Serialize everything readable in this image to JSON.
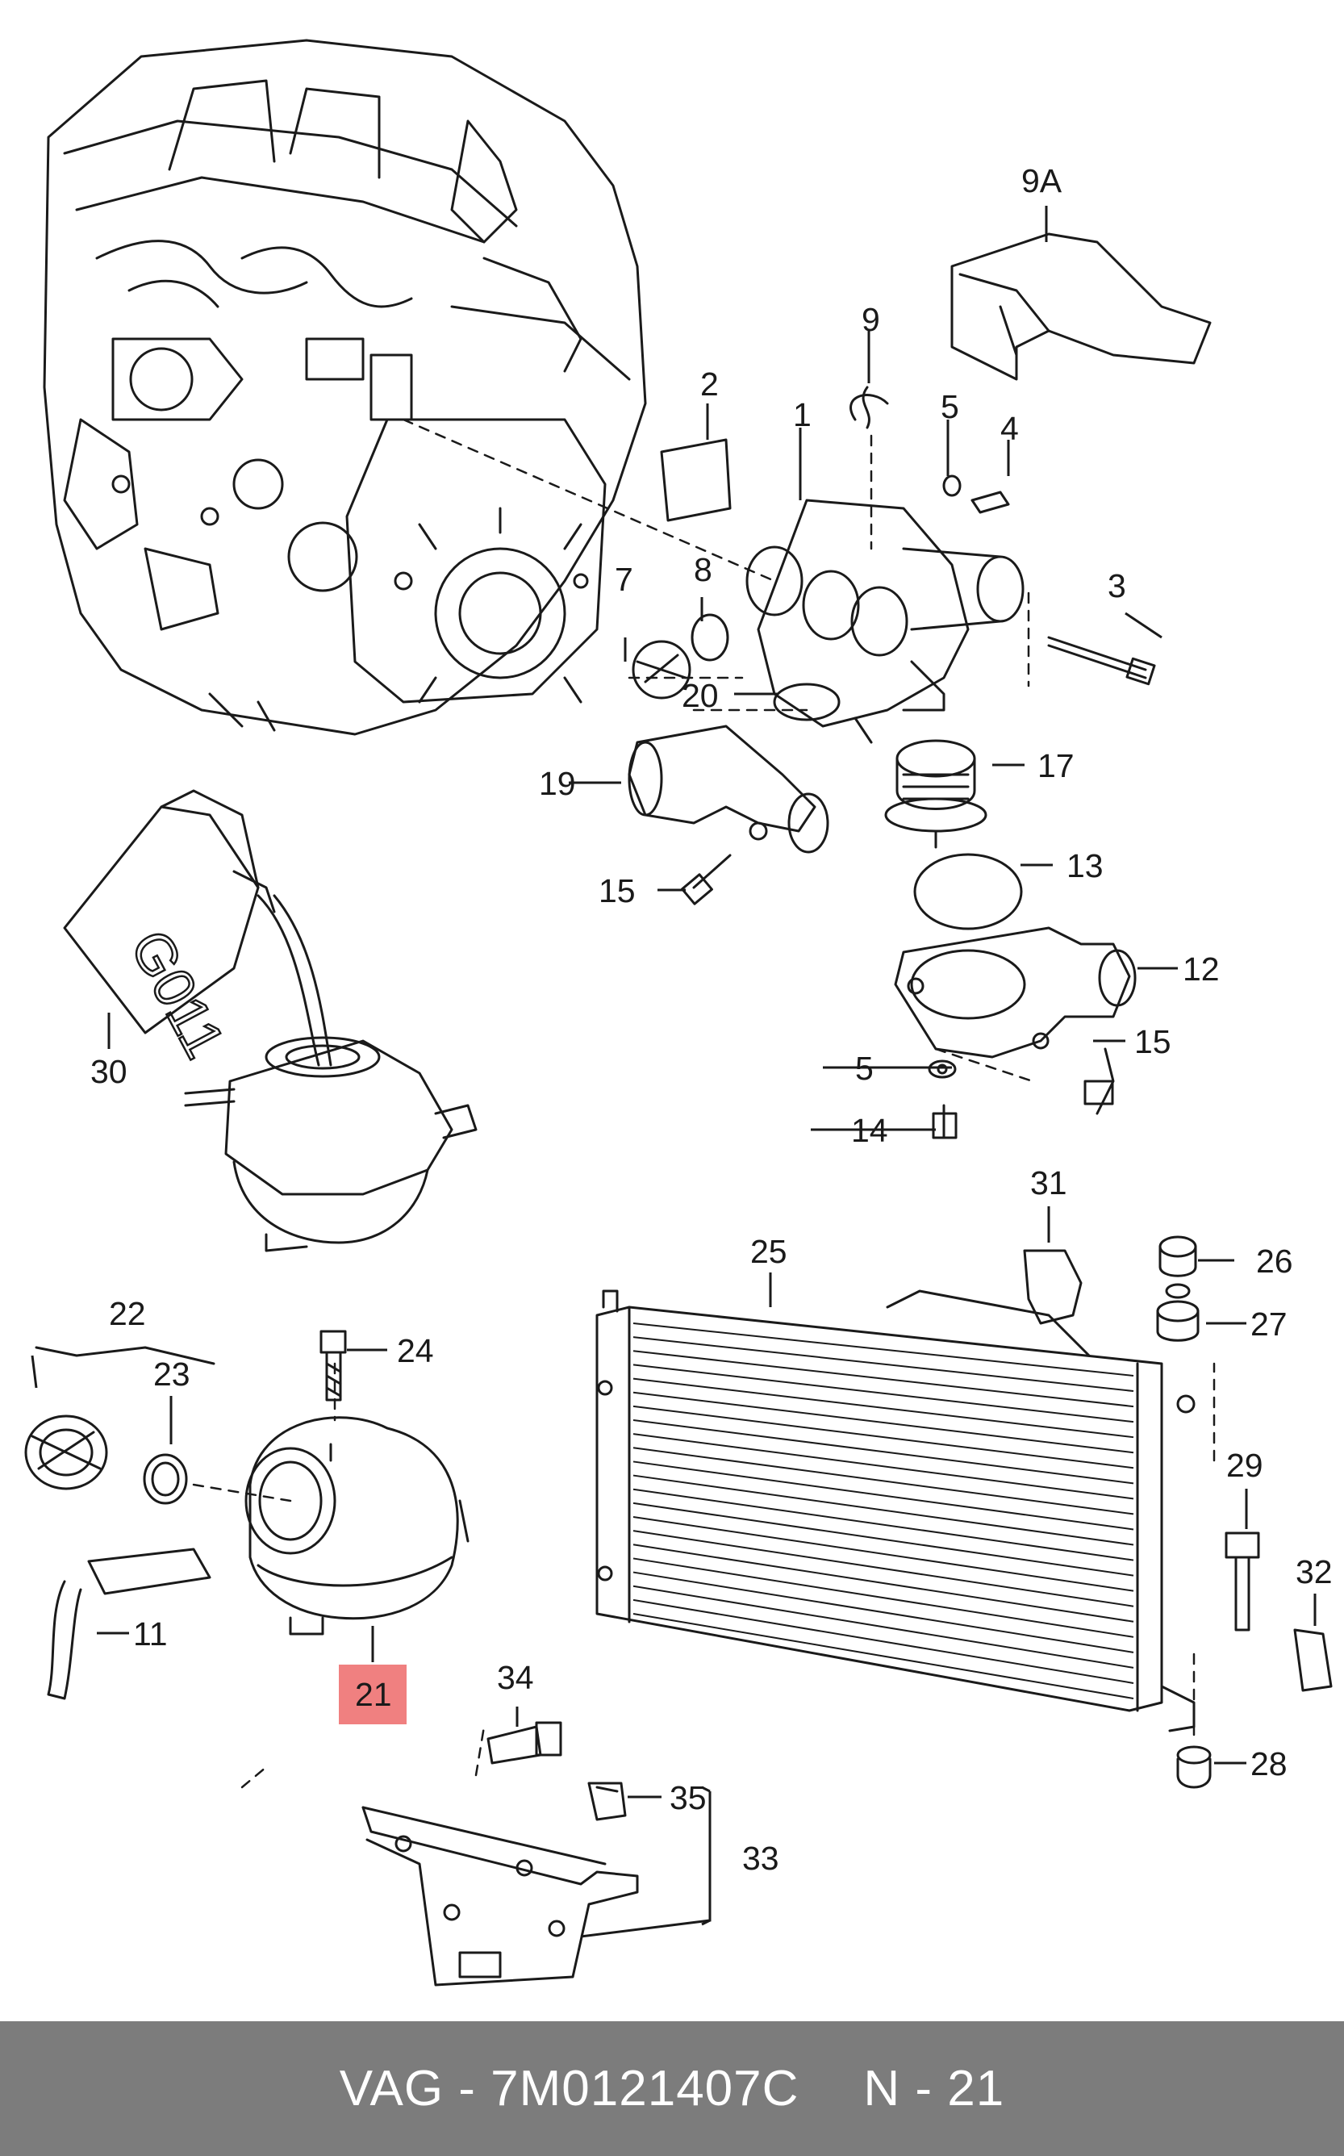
{
  "callouts": {
    "c1": "1",
    "c2": "2",
    "c3": "3",
    "c4": "4",
    "c5a": "5",
    "c5b": "5",
    "c7": "7",
    "c8": "8",
    "c9": "9",
    "c9a": "9A",
    "c11": "11",
    "c12": "12",
    "c13": "13",
    "c14": "14",
    "c15a": "15",
    "c15b": "15",
    "c17": "17",
    "c19": "19",
    "c20": "20",
    "c21": "21",
    "c22": "22",
    "c23": "23",
    "c24": "24",
    "c25": "25",
    "c26": "26",
    "c27": "27",
    "c28": "28",
    "c29": "29",
    "c30": "30",
    "c31": "31",
    "c32": "32",
    "c33": "33",
    "c34": "34",
    "c35": "35"
  },
  "bottle_label": "G011",
  "highlight": {
    "item": "21",
    "color": "#f08080"
  },
  "footer": {
    "brand_part": "VAG - 7M0121407C",
    "position": "N - 21",
    "background": "#7c7c7c"
  }
}
